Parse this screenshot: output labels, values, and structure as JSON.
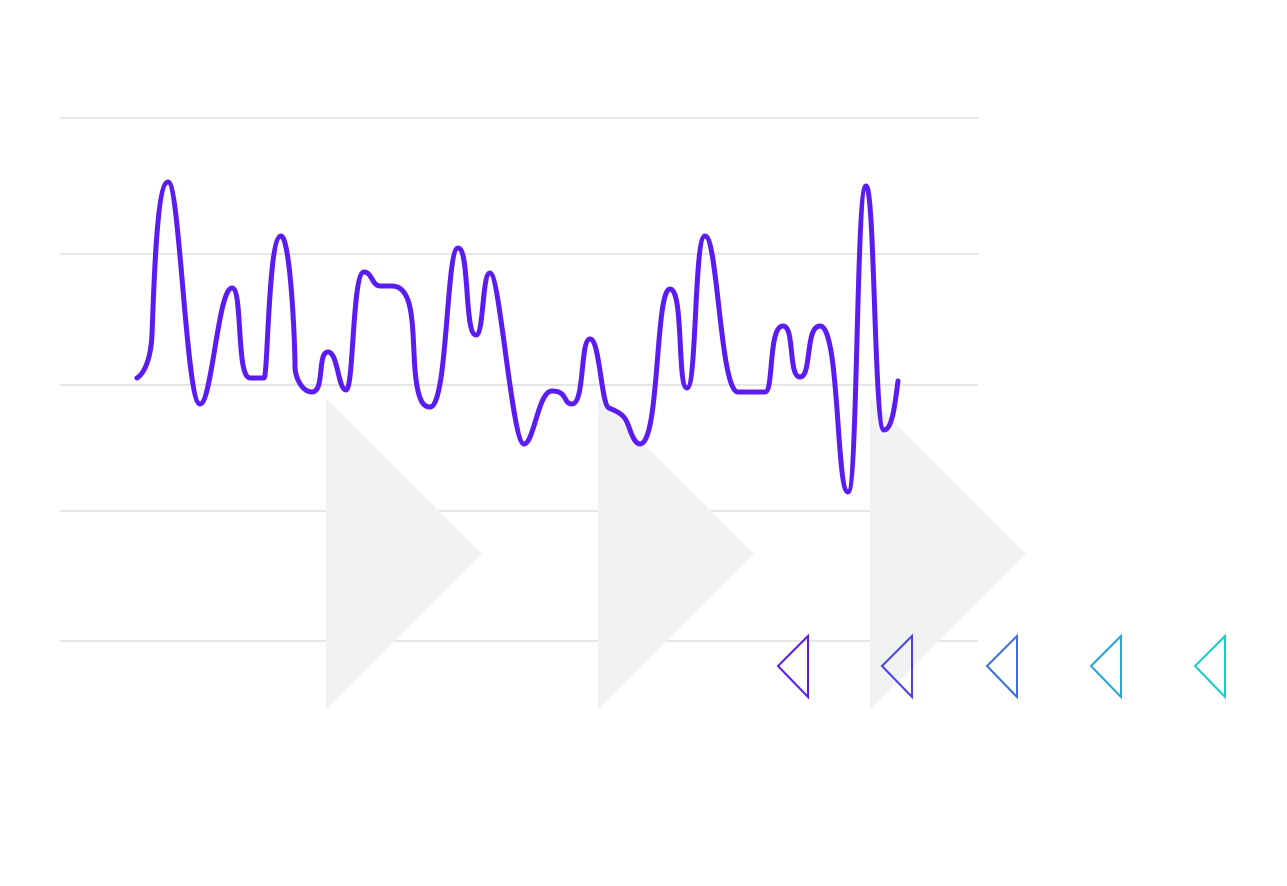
{
  "illustration": {
    "colors": {
      "background": "#ffffff",
      "gridline": "#e6e6e6",
      "play_shape": "#f1f2f2",
      "waveform": "#5b1cf2",
      "arrow_gradient": [
        "#5b1cf2",
        "#4a3fe6",
        "#3a6fde",
        "#26a6d6",
        "#14cfc8"
      ]
    },
    "play_shapes": [
      "play-shape",
      "play-shape",
      "play-shape"
    ],
    "arrow_icons": [
      "chevron-left-outline-icon",
      "chevron-left-outline-icon",
      "chevron-left-outline-icon",
      "chevron-left-outline-icon",
      "chevron-left-outline-icon"
    ]
  }
}
